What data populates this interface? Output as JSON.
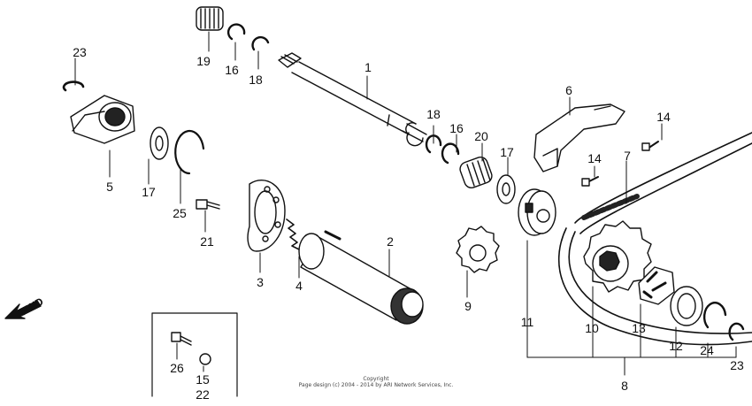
{
  "callouts": [
    "23",
    "19",
    "16",
    "18",
    "1",
    "6",
    "14",
    "18",
    "16",
    "20",
    "17",
    "14",
    "7",
    "5",
    "17",
    "25",
    "21",
    "3",
    "4",
    "2",
    "9",
    "11",
    "10",
    "13",
    "12",
    "24",
    "23",
    "26",
    "15",
    "22",
    "8"
  ],
  "direction_label": "FWD",
  "copyright": {
    "line1": "Copyright",
    "line2": "Page design (c) 2004 - 2014 by ARI Network Services, Inc."
  }
}
